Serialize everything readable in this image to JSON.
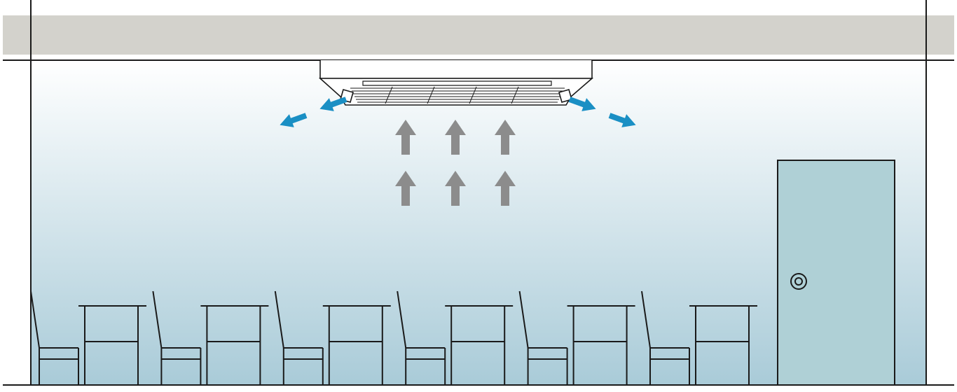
{
  "scene": {
    "colors": {
      "line": "#1a1a1a",
      "ceiling_slab": "#d3d2cc",
      "room_top": "#ffffff",
      "room_bottom": "#a9cbd8",
      "door": "#afd0d6",
      "unit_body": "#ffffff",
      "outflow_arrow": "#1a8fc4",
      "intake_arrow": "#8c8c8c"
    },
    "icons": {
      "outflow": "arrow-blue-outflow",
      "intake": "arrow-up-gray",
      "door_knob": "door-knob-icon"
    },
    "desk_sets": 6,
    "intake_arrow_rows": 2,
    "intake_arrow_columns": 3,
    "outflow_arrows_per_side": 2
  }
}
